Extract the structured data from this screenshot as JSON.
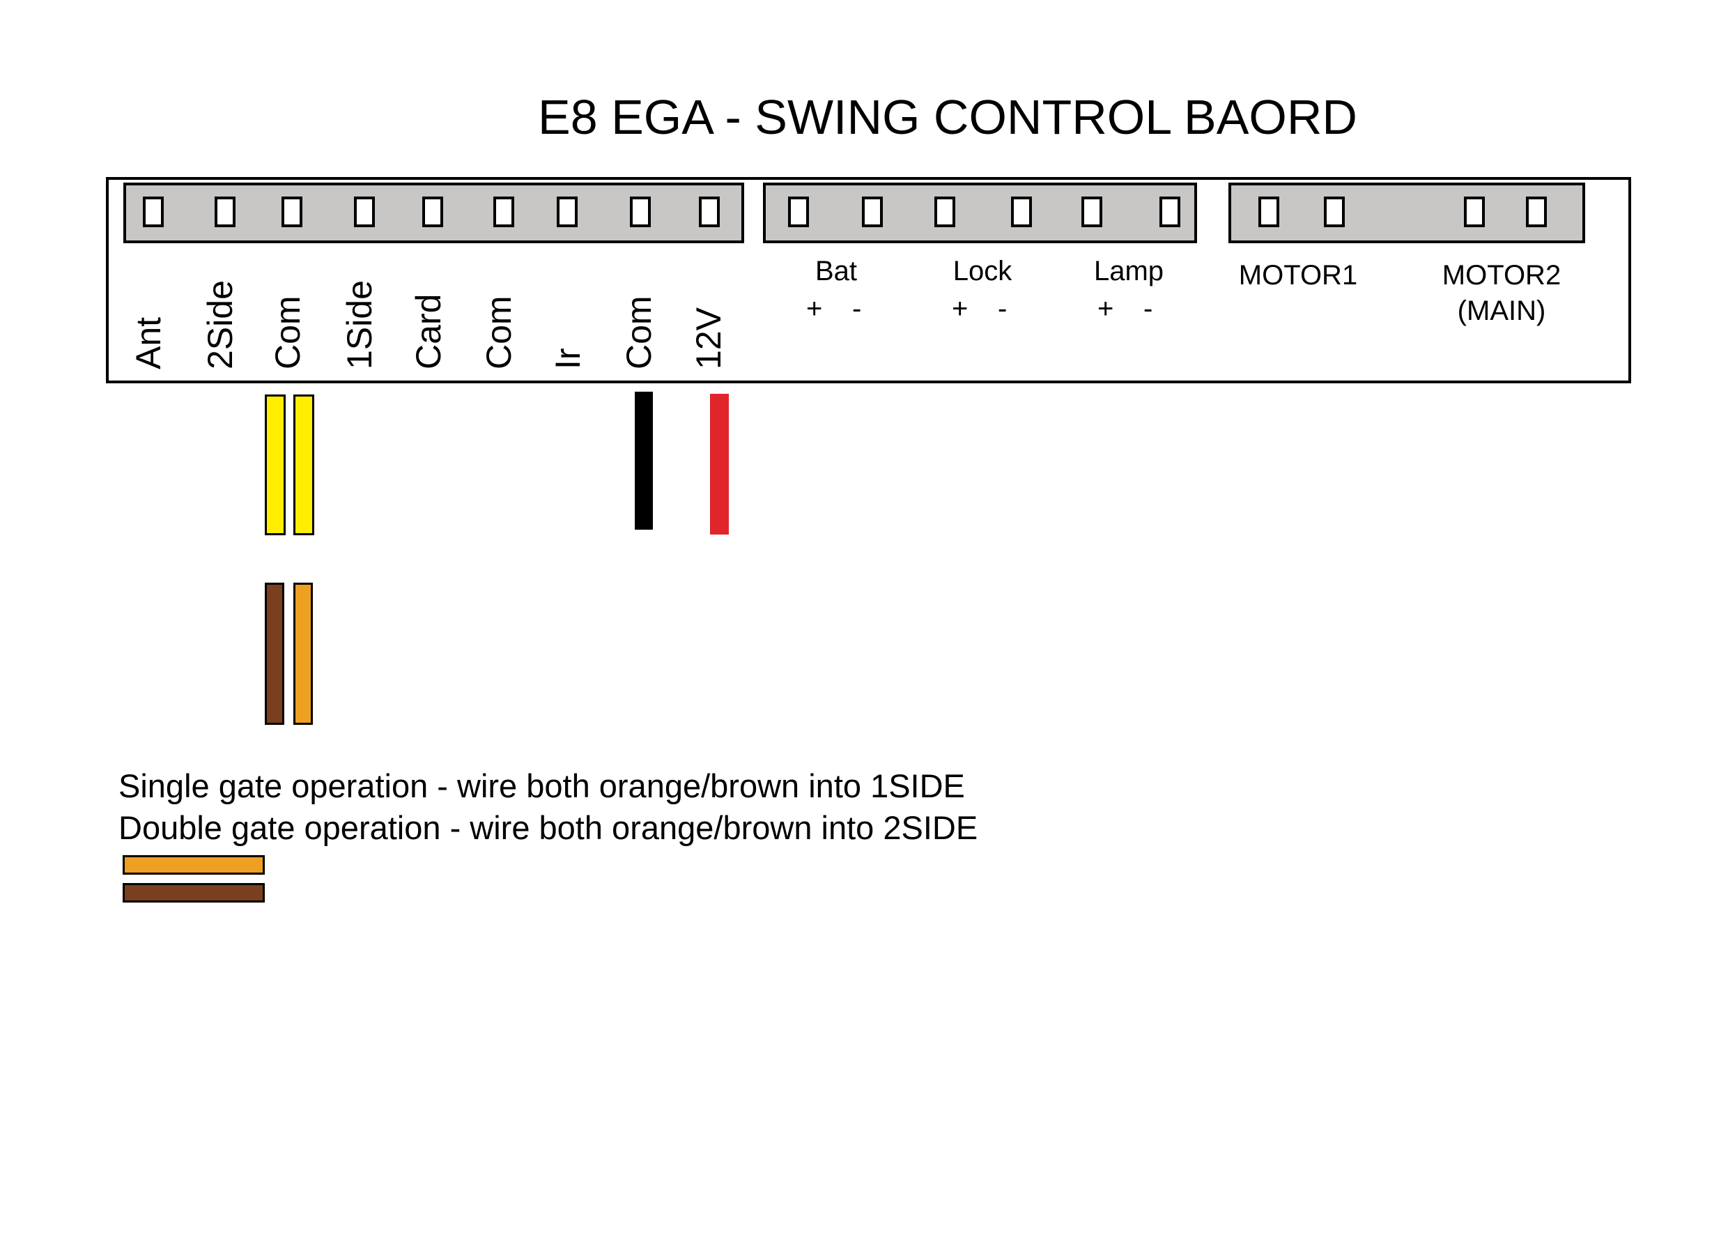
{
  "title": "E8 EGA - SWING CONTROL BAORD",
  "input_terminals": [
    "Ant",
    "2Side",
    "Com",
    "1Side",
    "Card",
    "Com",
    "Ir",
    "Com",
    "12V"
  ],
  "power_outputs": [
    {
      "label": "Bat",
      "plus": "+",
      "minus": "-"
    },
    {
      "label": "Lock",
      "plus": "+",
      "minus": "-"
    },
    {
      "label": "Lamp",
      "plus": "+",
      "minus": "-"
    }
  ],
  "motors": {
    "motor1": "MOTOR1",
    "motor2_line1": "MOTOR2",
    "motor2_line2": "(MAIN)"
  },
  "wires": {
    "yellow": "#ffee00",
    "black": "#000000",
    "red": "#e1262b",
    "brown": "#7a3f1e",
    "orange": "#eea023"
  },
  "notes": {
    "single": "Single gate operation - wire both orange/brown into 1SIDE",
    "double": "Double gate operation - wire both orange/brown into 2SIDE"
  }
}
